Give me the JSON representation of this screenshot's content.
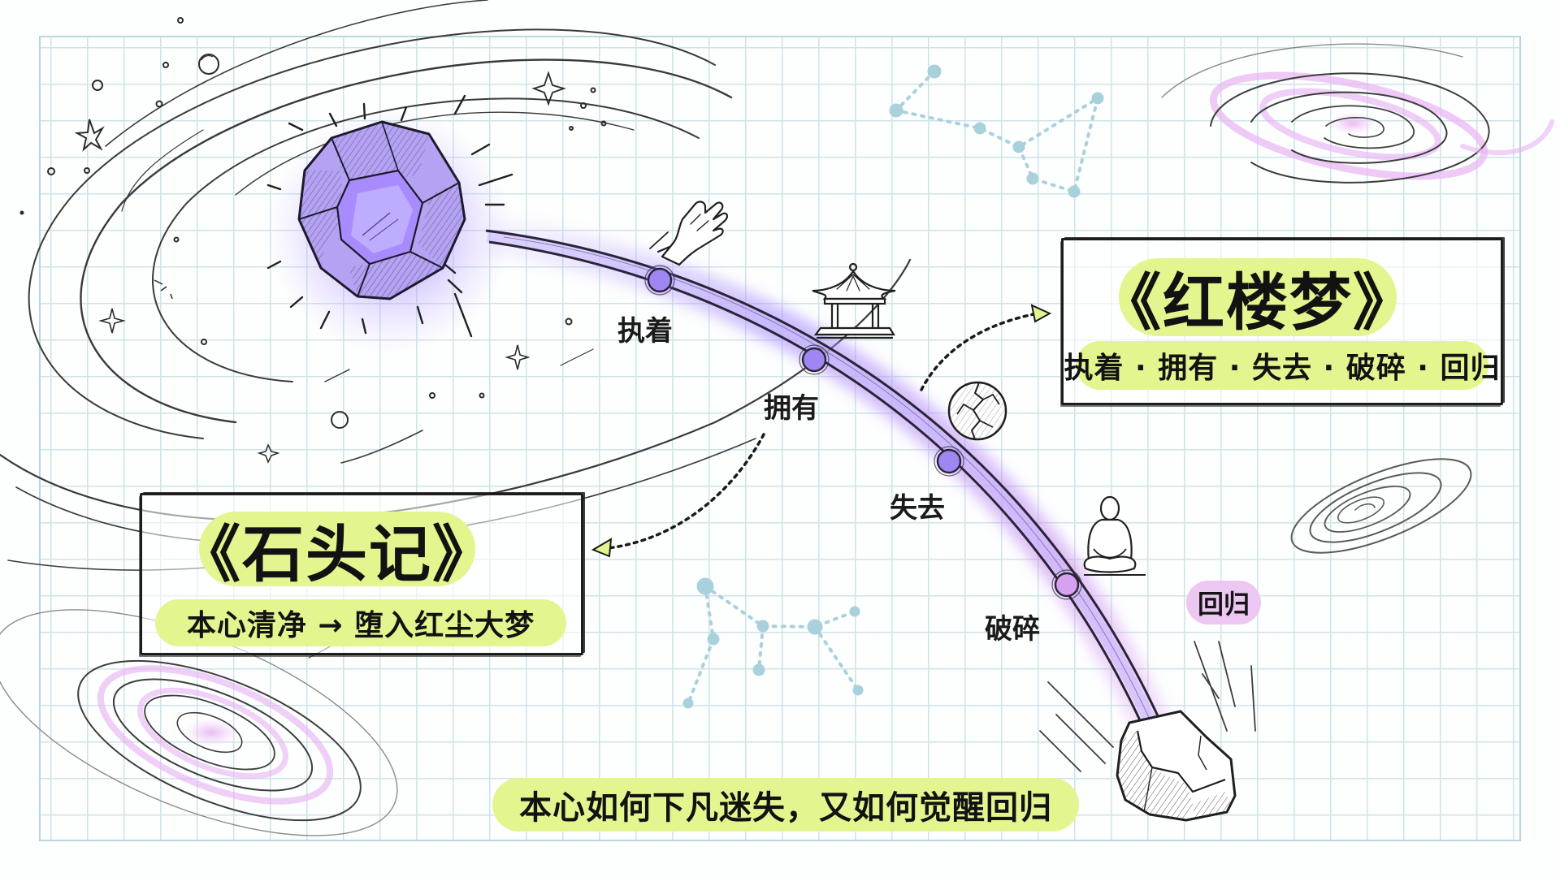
{
  "left_box": {
    "title": "《石头记》",
    "subtitle": "本心清净 → 堕入红尘大梦"
  },
  "right_box": {
    "title": "《红楼梦》",
    "subtitle": "执着 · 拥有 · 失去 · 破碎 · 回归"
  },
  "trajectory": {
    "nodes": [
      {
        "label": "执着",
        "icon": "grasping-hand-icon"
      },
      {
        "label": "拥有",
        "icon": "pavilion-icon"
      },
      {
        "label": "失去",
        "icon": "cracked-orb-icon"
      },
      {
        "label": "破碎",
        "icon": "meditating-figure-icon"
      }
    ],
    "end_label": "回归",
    "start_object": "glowing-purple-gem-icon",
    "end_object": "plain-stone-icon"
  },
  "caption": "本心如何下凡迷失，又如何觉醒回归",
  "colors": {
    "pill_highlight": "#e3f58f",
    "return_highlight": "#ecc7f2",
    "gem_purple": "#9b7cf0",
    "trail_glow": "#b89bff",
    "grid_line": "#cfe3e8",
    "constellation": "#a9d1dc",
    "ink": "#1d1d1d"
  }
}
